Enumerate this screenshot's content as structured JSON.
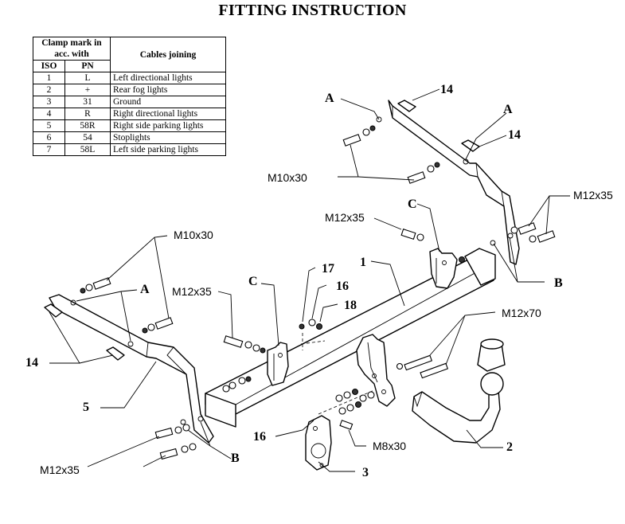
{
  "title": "FITTING INSTRUCTION",
  "table": {
    "header_clamp": "Clamp mark in acc. with",
    "header_cables": "Cables joining",
    "header_iso": "ISO",
    "header_pn": "PN",
    "rows": [
      {
        "iso": "1",
        "pn": "L",
        "cable": "Left directional lights"
      },
      {
        "iso": "2",
        "pn": "+",
        "cable": "Rear fog lights"
      },
      {
        "iso": "3",
        "pn": "31",
        "cable": "Ground"
      },
      {
        "iso": "4",
        "pn": "R",
        "cable": "Right directional lights"
      },
      {
        "iso": "5",
        "pn": "58R",
        "cable": "Right side parking lights"
      },
      {
        "iso": "6",
        "pn": "54",
        "cable": "Stoplights"
      },
      {
        "iso": "7",
        "pn": "58L",
        "cable": "Left side parking lights"
      }
    ]
  },
  "labels": {
    "a_top_left": "A",
    "a_top_right": "A",
    "a_left": "A",
    "n14_top_1": "14",
    "n14_top_2": "14",
    "n14_left": "14",
    "m10x30_top": "M10x30",
    "m10x30_left": "M10x30",
    "m12x35_top_right": "M12x35",
    "m12x35_center_top": "M12x35",
    "m12x35_center": "M12x35",
    "m12x35_bottom_left": "M12x35",
    "m12x70": "M12x70",
    "m8x30": "M8x30",
    "c_upper": "C",
    "c_lower": "C",
    "b_right": "B",
    "b_left": "B",
    "n1": "1",
    "n2": "2",
    "n3": "3",
    "n5": "5",
    "n16_upper": "16",
    "n16_lower": "16",
    "n17": "17",
    "n18": "18"
  }
}
